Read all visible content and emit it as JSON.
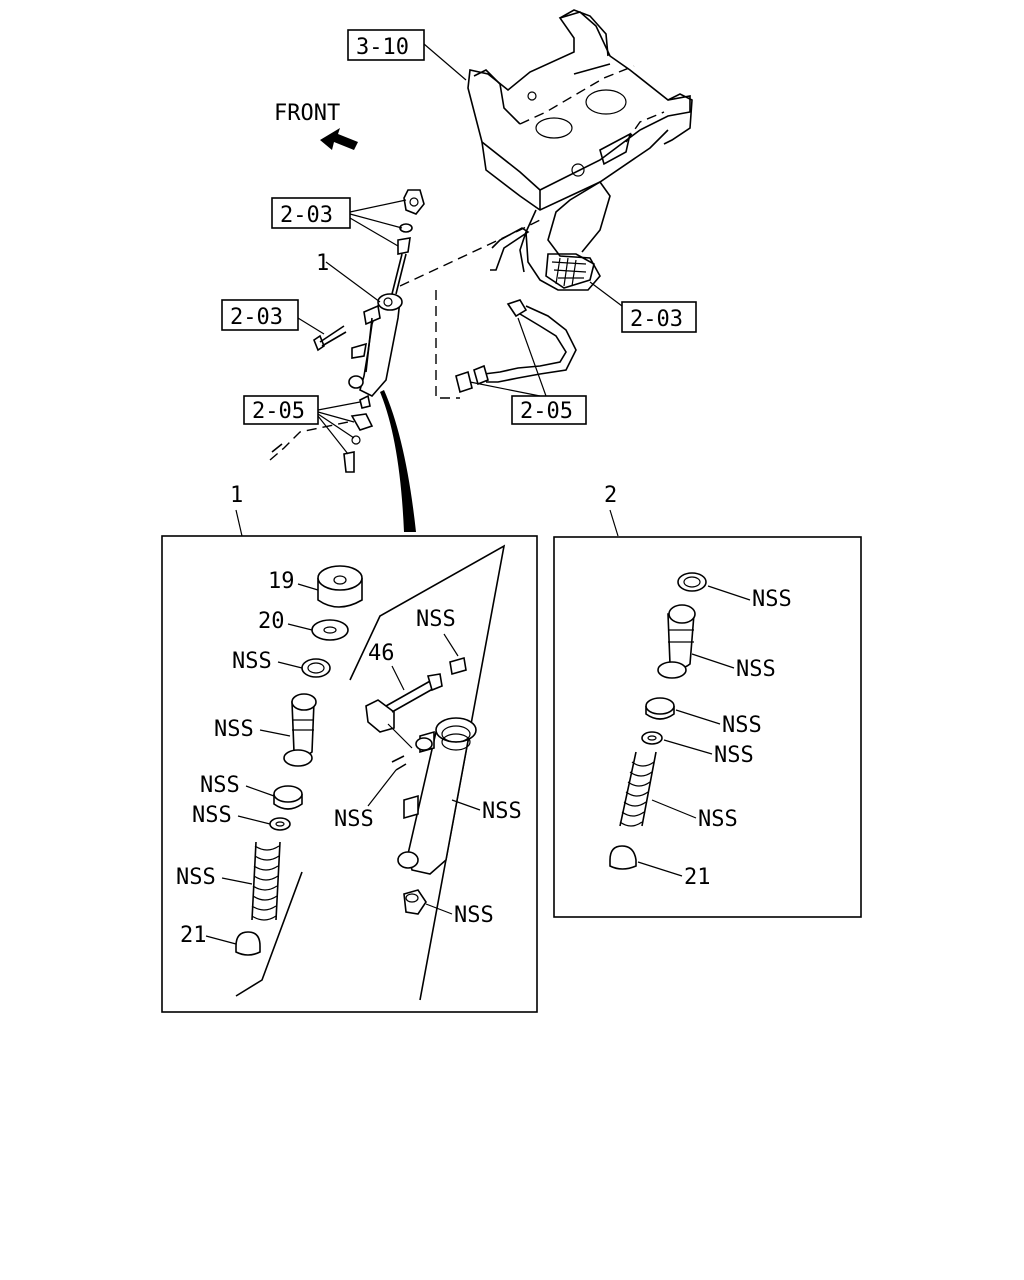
{
  "header": {
    "front_label": "FRONT"
  },
  "refs": {
    "top_bracket": "3-10",
    "pin_fitting": "2-03",
    "bolt": "2-03",
    "pedal": "2-03",
    "lower_fitting": "2-05",
    "hose_clamps": "2-05"
  },
  "callouts": {
    "master_cyl": "1",
    "box1_title": "1",
    "box2_title": "2"
  },
  "box1": {
    "p19": "19",
    "p20": "20",
    "p46": "46",
    "p21": "21",
    "nss": "NSS"
  },
  "box2": {
    "p21": "21",
    "nss": "NSS"
  }
}
